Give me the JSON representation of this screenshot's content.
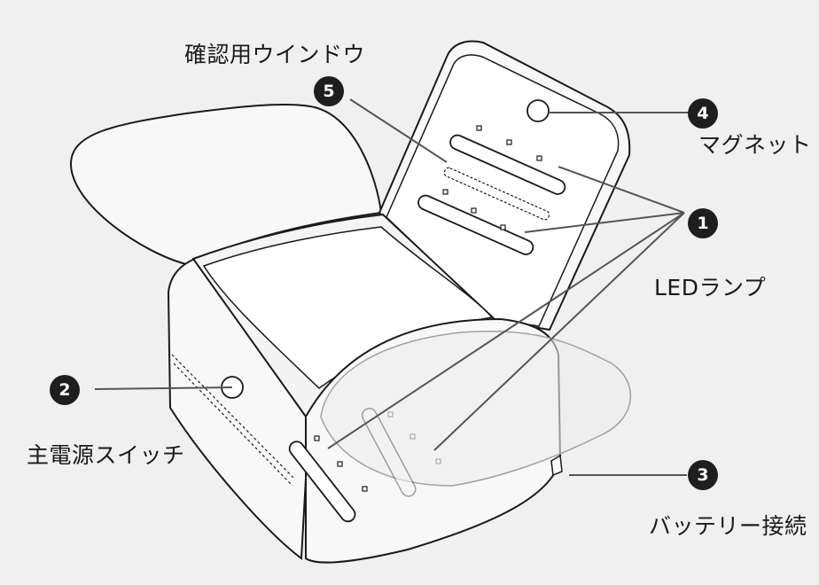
{
  "callouts": [
    {
      "number": "1",
      "label": "LEDランプ"
    },
    {
      "number": "2",
      "label": "主電源スイッチ"
    },
    {
      "number": "3",
      "label": "バッテリー接続"
    },
    {
      "number": "4",
      "label": "マグネット"
    },
    {
      "number": "5",
      "label": "確認用ウインドウ"
    }
  ],
  "colors": {
    "background": "#f0f0f0",
    "outline": "#1a1a1a",
    "badge": "#1e1e1e",
    "leader_line": "#555555"
  }
}
